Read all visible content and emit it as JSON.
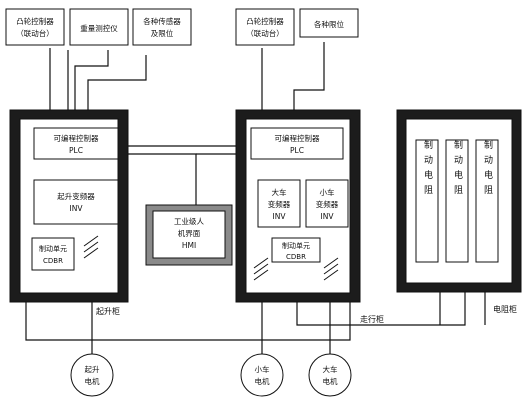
{
  "top_boxes": {
    "crane_console_left": [
      "凸轮控制器",
      "（联动台）"
    ],
    "weight_monitor": [
      "重量测控仪"
    ],
    "sensors_limits": [
      "各种传感器",
      "及限位"
    ],
    "crane_console_right": [
      "凸轮控制器",
      "（联动台）"
    ],
    "limit_switches": [
      "各种限位"
    ]
  },
  "hoist_cabinet": {
    "plc": [
      "可编程控制器",
      "PLC"
    ],
    "hoist_inverter": [
      "起升变频器",
      "INV"
    ],
    "brake_unit": [
      "制动单元",
      "CDBR"
    ],
    "label": "起升柜"
  },
  "hmi": [
    "工业级人",
    "机界面",
    "HMI"
  ],
  "travel_cabinet": {
    "plc": [
      "可编程控制器",
      "PLC"
    ],
    "cart_inverter": [
      "大车",
      "变频器",
      "INV"
    ],
    "trolley_inverter": [
      "小车",
      "变频器",
      "INV"
    ],
    "brake_unit": [
      "制动单元",
      "CDBR"
    ],
    "label": "走行柜"
  },
  "resistor_cabinet": {
    "resistors": [
      "制动电阻",
      "制动电阻",
      "制动电阻"
    ],
    "label": "电阻柜"
  },
  "motors": {
    "hoist": [
      "起升",
      "电机"
    ],
    "trolley": [
      "小车",
      "电机"
    ],
    "cart": [
      "大车",
      "电机"
    ]
  }
}
